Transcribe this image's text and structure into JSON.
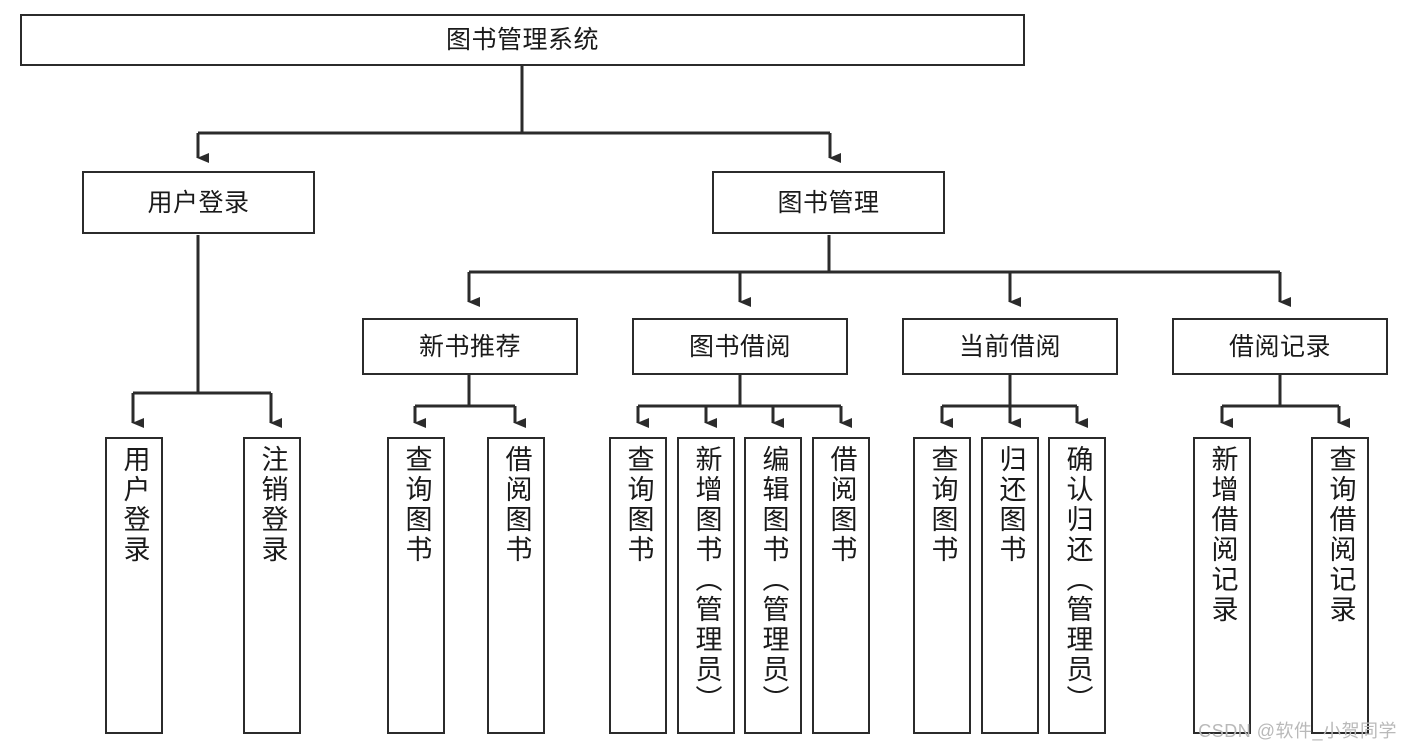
{
  "diagram": {
    "title": "图书管理系统",
    "type": "tree-hierarchy-diagram",
    "watermark": "CSDN @软件_小贺同学",
    "colors": {
      "stroke": "#2b2b2b",
      "fill": "#ffffff",
      "text": "#1a1a1a",
      "watermark": "#b9b9b9"
    },
    "root": {
      "label": "图书管理系统"
    },
    "level2": [
      {
        "id": "user-login",
        "label": "用户登录"
      },
      {
        "id": "book-management",
        "label": "图书管理"
      }
    ],
    "level3": [
      {
        "id": "new-book-recommend",
        "label": "新书推荐"
      },
      {
        "id": "book-borrow",
        "label": "图书借阅"
      },
      {
        "id": "current-borrow",
        "label": "当前借阅"
      },
      {
        "id": "borrow-record",
        "label": "借阅记录"
      }
    ],
    "leaves": {
      "user-login": [
        {
          "id": "leaf-user-login",
          "label": "用户登录"
        },
        {
          "id": "leaf-logout-login",
          "label": "注销登录"
        }
      ],
      "new-book-recommend": [
        {
          "id": "leaf-query-book-1",
          "label": "查询图书"
        },
        {
          "id": "leaf-borrow-book-1",
          "label": "借阅图书"
        }
      ],
      "book-borrow": [
        {
          "id": "leaf-query-book-2",
          "label": "查询图书"
        },
        {
          "id": "leaf-add-book",
          "label": "新增图书（管理员）"
        },
        {
          "id": "leaf-edit-book",
          "label": "编辑图书（管理员）"
        },
        {
          "id": "leaf-borrow-book-2",
          "label": "借阅图书"
        }
      ],
      "current-borrow": [
        {
          "id": "leaf-query-book-3",
          "label": "查询图书"
        },
        {
          "id": "leaf-return-book",
          "label": "归还图书"
        },
        {
          "id": "leaf-confirm-return",
          "label": "确认归还（管理员）"
        }
      ],
      "borrow-record": [
        {
          "id": "leaf-add-record",
          "label": "新增借阅记录"
        },
        {
          "id": "leaf-query-record",
          "label": "查询借阅记录"
        }
      ]
    }
  }
}
